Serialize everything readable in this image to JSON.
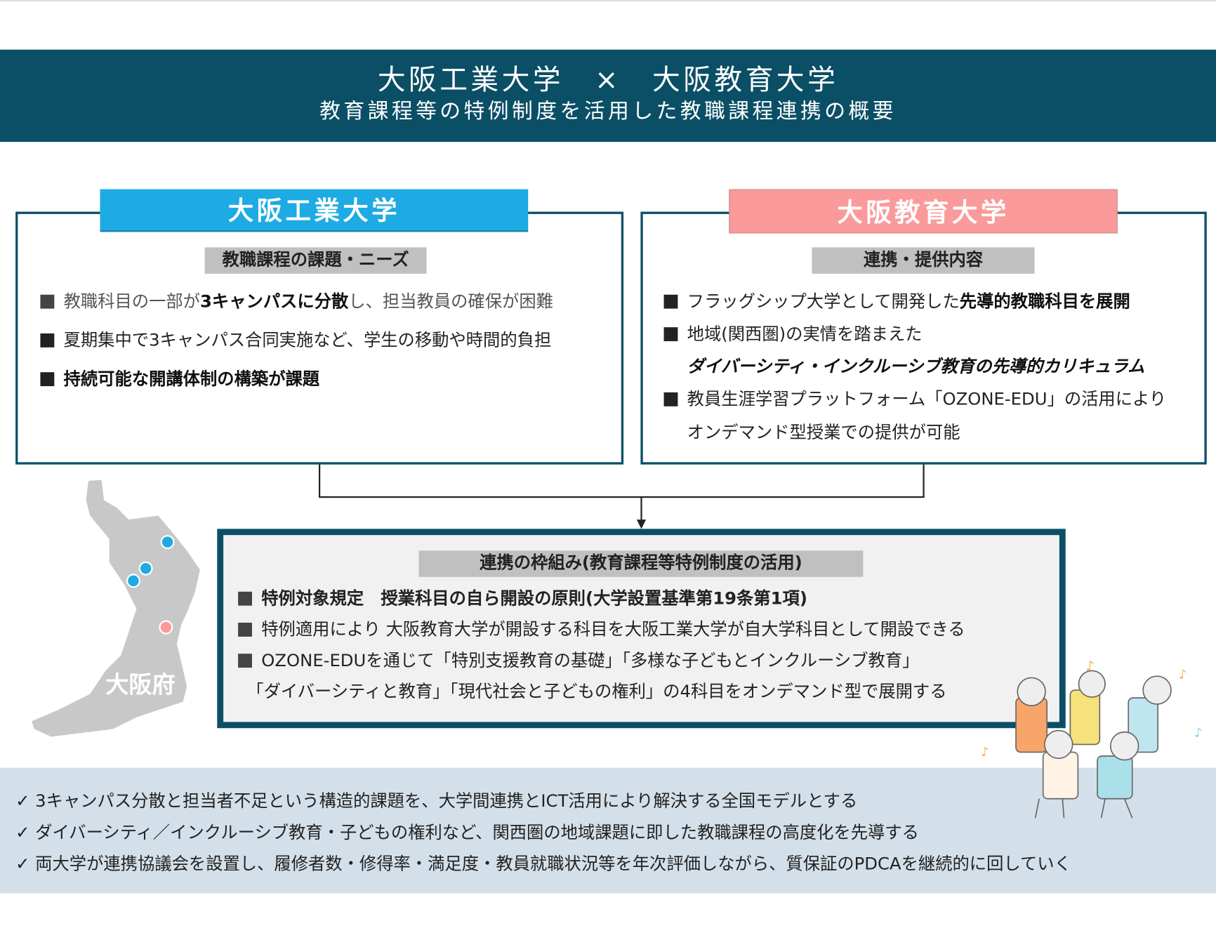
{
  "header": {
    "title": "大阪工業大学　×　大阪教育大学",
    "subtitle": "教育課程等の特例制度を活用した教職課程連携の概要"
  },
  "left": {
    "tab": "大阪工業大学",
    "subheading": "教職課程の課題・ニーズ",
    "bullets": [
      {
        "pre": "教職科目の一部が",
        "bold": "3キャンパスに分散",
        "post": "し、担当教員の確保が困難"
      },
      {
        "pre": "夏期集中で3キャンパス合同実施など、学生の移動や時間的負担"
      },
      {
        "bold": "持続可能な開講体制の構築が課題"
      }
    ]
  },
  "right": {
    "tab": "大阪教育大学",
    "subheading": "連携・提供内容",
    "bullets": [
      {
        "pre": "フラッグシップ大学として開発した",
        "bold": "先導的教職科目を展開"
      },
      {
        "pre": "地域(関西圏)の実情を踏まえた",
        "bold2": "ダイバーシティ・インクルーシブ教育の先導的カリキュラム"
      },
      {
        "pre": "教員生涯学習プラットフォーム「OZONE-EDU」の活用により",
        "line2": "オンデマンド型授業での提供が可能"
      }
    ]
  },
  "framework": {
    "heading": "連携の枠組み(教育課程等特例制度の活用)",
    "bullets": [
      "特例対象規定　授業科目の自ら開設の原則(大学設置基準第19条第1項)",
      "特例適用により 大阪教育大学が開設する科目を大阪工業大学が自大学科目として開設できる",
      "OZONE-EDUを通じて「特別支援教育の基礎」「多様な子どもとインクルーシブ教育」"
    ],
    "continuation": "「ダイバーシティと教育」「現代社会と子どもの権利」の4科目をオンデマンド型で展開する"
  },
  "map": {
    "label": "大阪府"
  },
  "summary": [
    "✓ 3キャンパス分散と担当者不足という構造的課題を、大学間連携とICT活用により解決する全国モデルとする",
    "✓ ダイバーシティ／インクルーシブ教育・子どもの権利など、関西圏の地域課題に即した教職課程の高度化を先導する",
    "✓ 両大学が連携協議会を設置し、履修者数・修得率・満足度・教員就職状況等を年次評価しながら、質保証のPDCAを継続的に回していく"
  ],
  "colors": {
    "navy": "#0b4f66",
    "blue": "#1eaae2",
    "pink": "#fa9a9a",
    "bottom": "#d3e0ea"
  }
}
